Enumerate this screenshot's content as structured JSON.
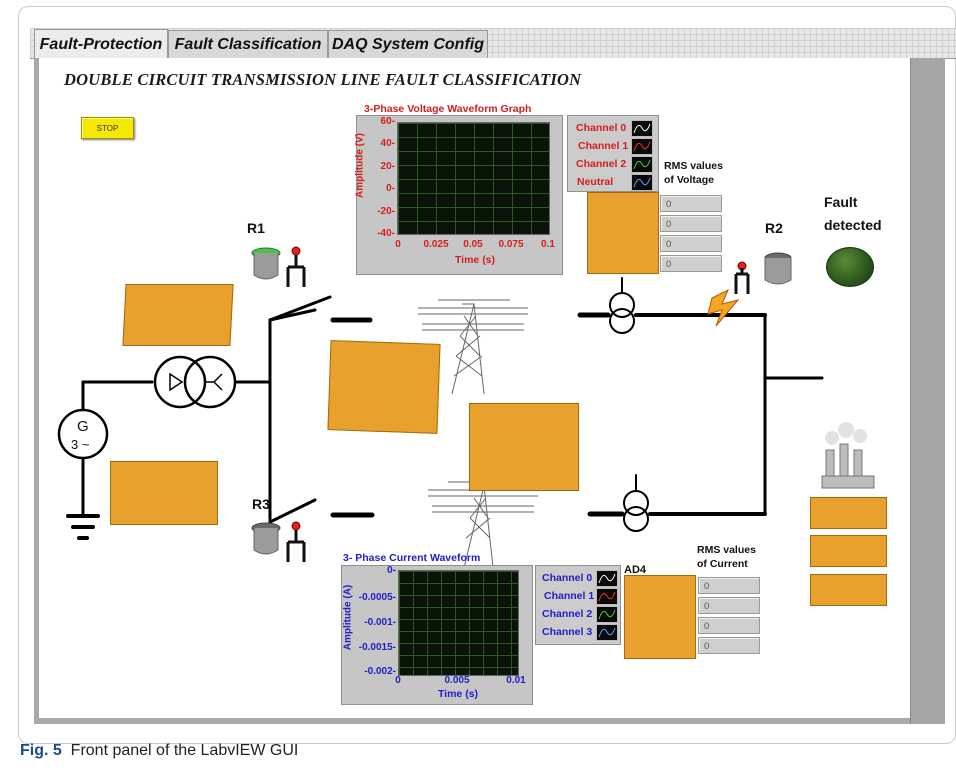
{
  "tabs": [
    "Fault-Protection",
    "Fault Classification",
    "DAQ System Config"
  ],
  "title": "DOUBLE CIRCUIT TRANSMISSION LINE FAULT CLASSIFICATION",
  "stop_label": "STOP",
  "labels": {
    "r1": "R1",
    "r2": "R2",
    "r3": "R3",
    "ad4": "AD4",
    "fault_line1": "Fault",
    "fault_line2": "detected",
    "generator_g": "G",
    "generator_phase": "3 ~"
  },
  "voltage_graph": {
    "title": "3-Phase Voltage Waveform Graph",
    "ylabel": "Amplitude (V)",
    "xlabel": "Time (s)",
    "yticks": [
      "60-",
      "40-",
      "20-",
      "0-",
      "-20-",
      "-40-"
    ],
    "xticks": [
      "0",
      "0.025",
      "0.05",
      "0.075",
      "0.1"
    ],
    "legend": [
      "Channel 0",
      "Channel 1",
      "Channel 2",
      "Neutral"
    ],
    "colors": {
      "text": "#e02020"
    }
  },
  "current_graph": {
    "title": "3- Phase Current Waveform",
    "ylabel": "Amplitude (A)",
    "xlabel": "Time (s)",
    "yticks": [
      "0-",
      "-0.0005-",
      "-0.001-",
      "-0.0015-",
      "-0.002-"
    ],
    "xticks": [
      "0",
      "0.005",
      "0.01"
    ],
    "legend": [
      "Channel 0",
      "Channel 1",
      "Channel 2",
      "Channel 3"
    ],
    "colors": {
      "text": "#2020c8"
    }
  },
  "rms_voltage": {
    "label_line1": "RMS values",
    "label_line2": "of Voltage",
    "values": [
      "0",
      "0",
      "0",
      "0"
    ]
  },
  "rms_current": {
    "label_line1": "RMS values",
    "label_line2": "of Current",
    "values": [
      "0",
      "0",
      "0",
      "0"
    ]
  },
  "caption": {
    "fig": "Fig. 5",
    "text": "Front panel of the LabvIEW GUI"
  },
  "colors": {
    "led_off": "#2f5a1e",
    "module_orange": "#e8a12c",
    "stop_yellow": "#f4e800"
  }
}
